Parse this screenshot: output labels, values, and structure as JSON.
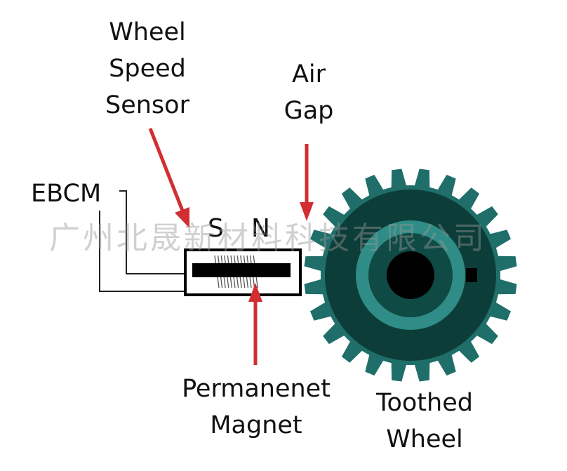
{
  "labels": {
    "wheel_speed_sensor": [
      "Wheel",
      "Speed",
      "Sensor"
    ],
    "air_gap": [
      "Air",
      "Gap"
    ],
    "ebcm": "EBCM",
    "pole_s": "S",
    "pole_n": "N",
    "permanent_magnet": [
      "Permanenet",
      "Magnet"
    ],
    "toothed_wheel": [
      "Toothed",
      "Wheel"
    ]
  },
  "watermark": "广州北晟新材料科技有限公司",
  "colors": {
    "arrow": "#d22e32",
    "gear_outer": "#1f6e6a",
    "gear_mid": "#0c3d38",
    "gear_ring": "#2f8c86",
    "gear_inner": "#0f4a45",
    "hub": "#000000",
    "line": "#222222"
  },
  "gear": {
    "teeth": 24
  }
}
